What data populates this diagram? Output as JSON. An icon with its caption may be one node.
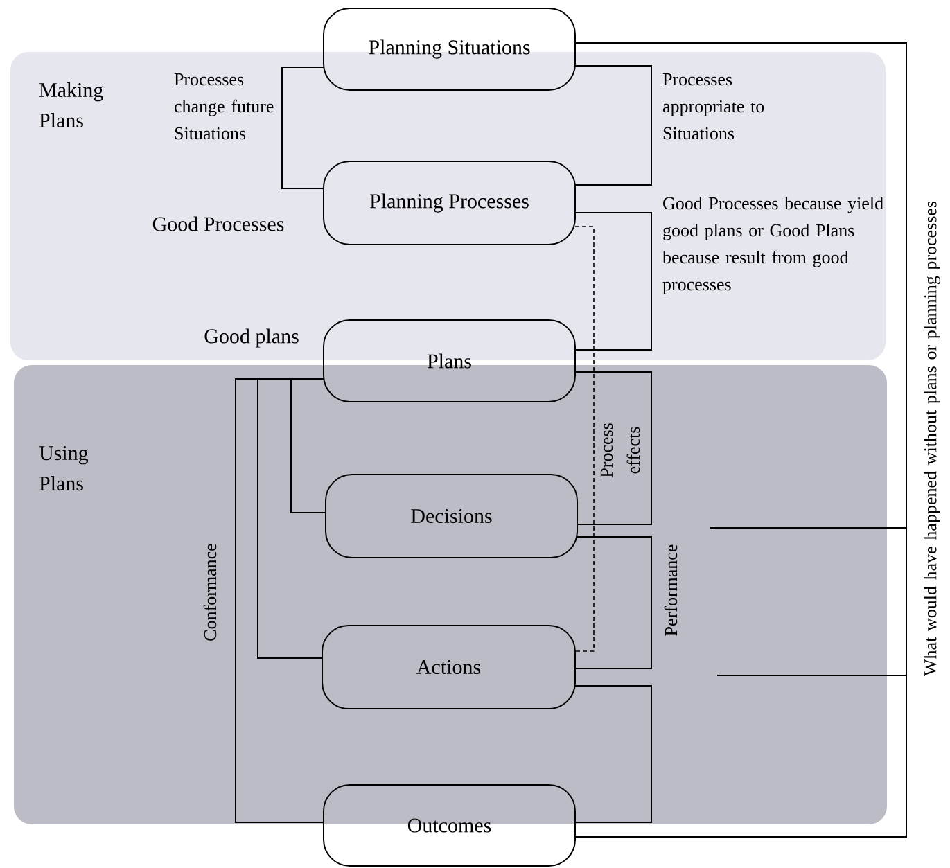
{
  "diagram": {
    "nodes": [
      {
        "text": [
          "Making Plans"
        ]
      },
      {
        "text": [
          "Using Plans"
        ]
      },
      {
        "text": [
          "Planning Situations"
        ]
      },
      {
        "text": [
          "Planning Processes"
        ],
        "in": 0
      },
      {
        "text": [
          "Plans"
        ]
      },
      {
        "text": [
          "Decisions"
        ],
        "in": 1
      },
      {
        "text": [
          "Actions"
        ],
        "in": 1
      },
      {
        "text": [
          "Outcomes"
        ]
      }
    ],
    "edges": [
      {
        "from": 2,
        "to": 3,
        "arrow": "none",
        "label": "Processes change future Situations"
      },
      {
        "from": 2,
        "to": 3,
        "arrow": "none",
        "label": "Processes appropriate to Situations"
      },
      {
        "from": 3,
        "to": 4,
        "arrow": "none",
        "label": "Good Processes because yield good plans or Good Plans because result from good processes"
      },
      {
        "from": 4,
        "to": 5,
        "arrow": "none",
        "label": "Process effects"
      },
      {
        "from": 5,
        "to": 6,
        "arrow": "none",
        "label": "Performance"
      },
      {
        "from": 6,
        "to": 7,
        "arrow": "none"
      },
      {
        "from": 4,
        "to": 5,
        "arrow": "none"
      },
      {
        "from": 4,
        "to": 6,
        "arrow": "none"
      },
      {
        "from": 4,
        "to": 7,
        "arrow": "none",
        "label": "Conformance"
      },
      {
        "from": 3,
        "to": 6,
        "arrow": "none",
        "style": "dashed"
      },
      {
        "from": 2,
        "to": 7,
        "arrow": "none",
        "label": "What would have happened without plans or planning processes"
      }
    ],
    "labels": [
      "Good Processes",
      "Good plans"
    ]
  }
}
